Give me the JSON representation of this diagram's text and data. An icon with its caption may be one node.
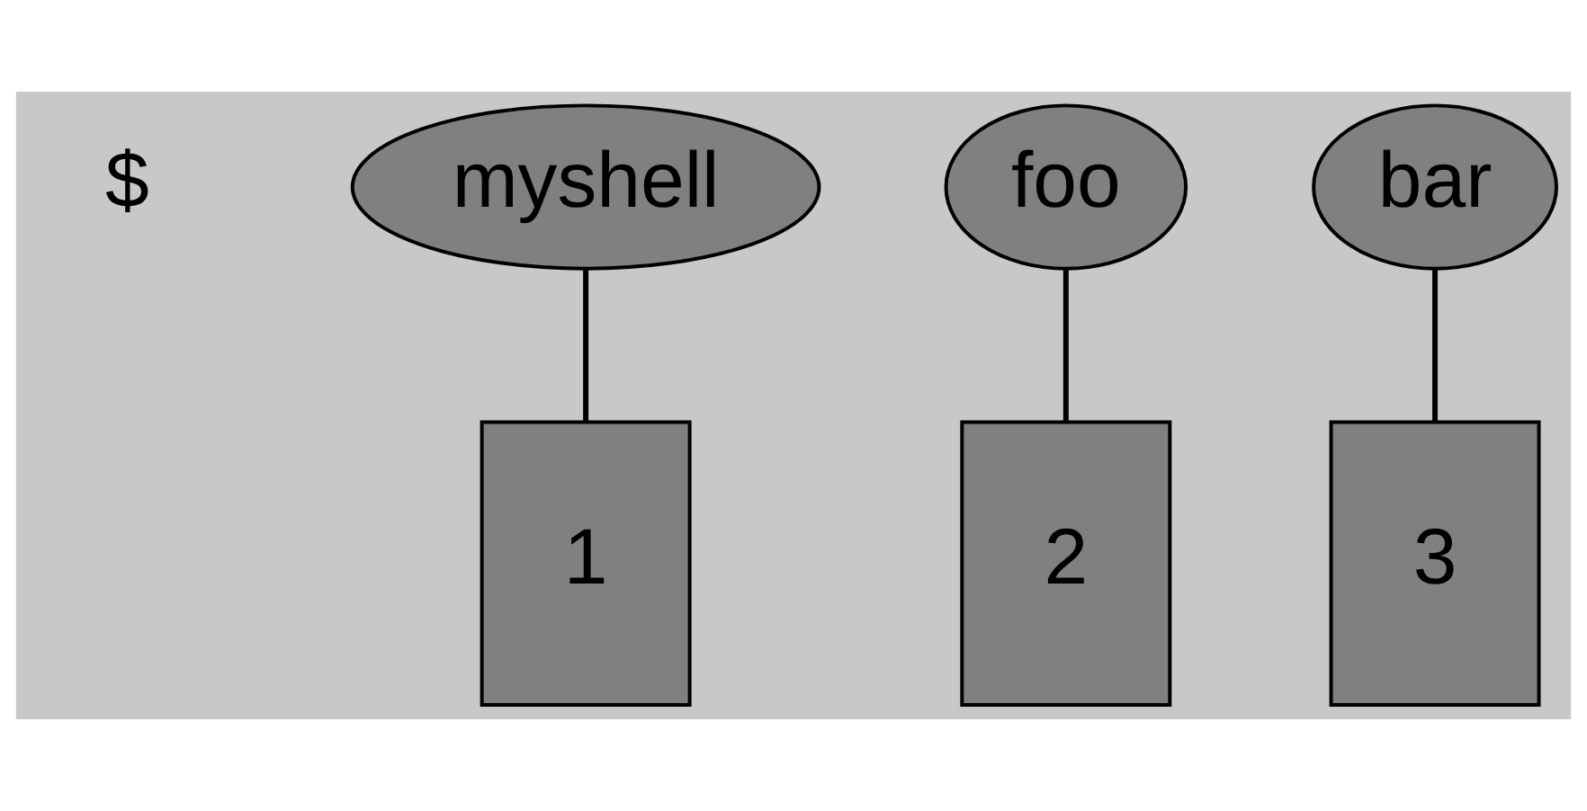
{
  "diagram": {
    "nodes": [
      {
        "text": [
          "myshell"
        ]
      },
      {
        "text": [
          "foo"
        ]
      },
      {
        "text": [
          "bar"
        ]
      },
      {
        "text": [
          "1"
        ]
      },
      {
        "text": [
          "2"
        ]
      },
      {
        "text": [
          "3"
        ]
      }
    ],
    "edges": [
      {
        "from": 0,
        "to": 3,
        "arrow": "none"
      },
      {
        "from": 1,
        "to": 4,
        "arrow": "none"
      },
      {
        "from": 2,
        "to": 5,
        "arrow": "none"
      }
    ],
    "labels": [
      "$"
    ]
  }
}
